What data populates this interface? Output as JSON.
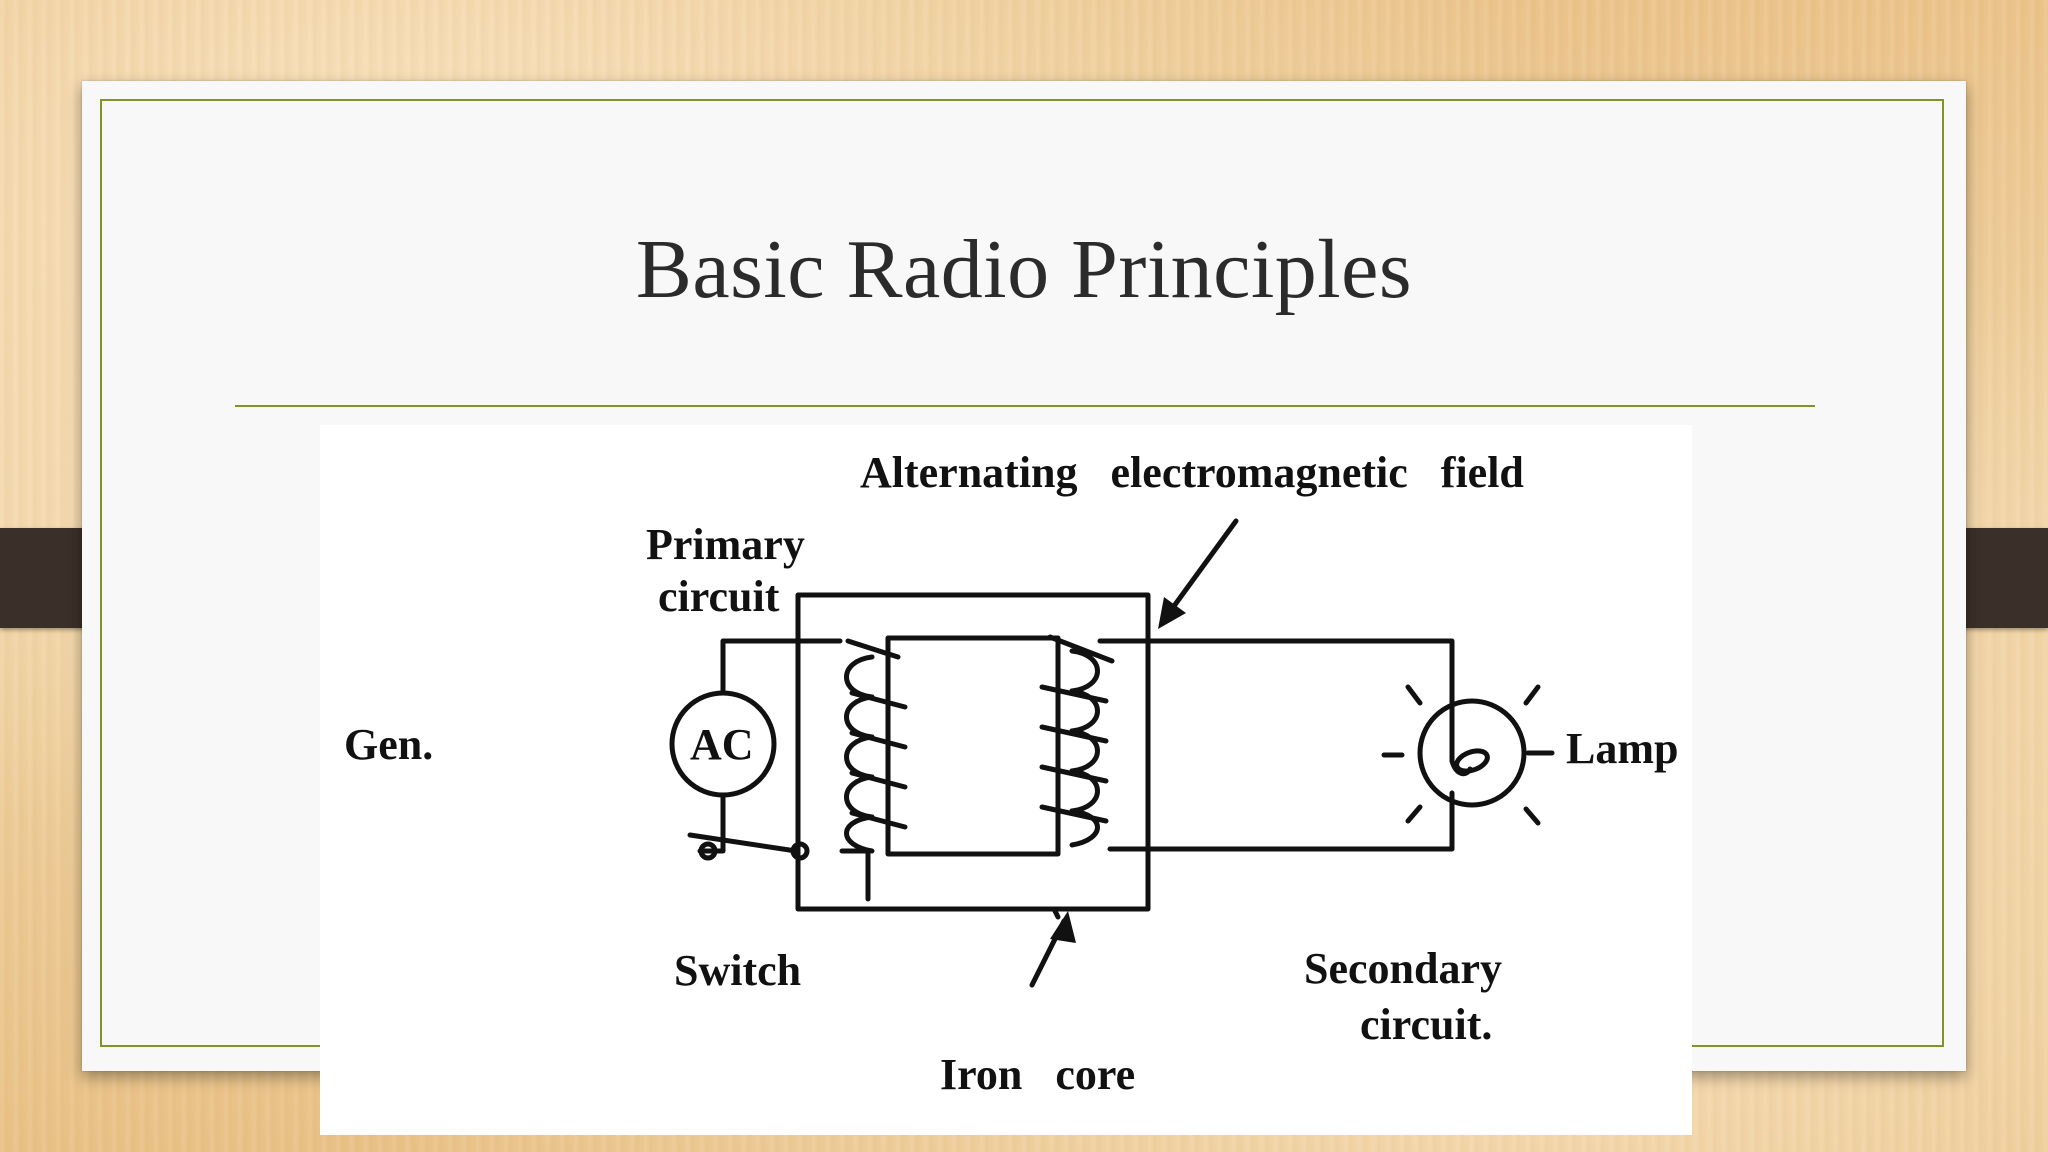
{
  "slide": {
    "title": "Basic Radio Principles"
  },
  "diagram": {
    "labels": {
      "field": "Alternating   electromagnetic   field",
      "primary_line1": "Primary",
      "primary_line2": "circuit",
      "gen": "Gen.",
      "ac": "AC",
      "switch": "Switch",
      "iron_core": "Iron   core",
      "lamp": "Lamp",
      "secondary_line1": "Secondary",
      "secondary_line2": "circuit."
    }
  },
  "colors": {
    "accent": "#83932a",
    "title_text": "#2b2b2b",
    "clip": "#3b2f29"
  }
}
